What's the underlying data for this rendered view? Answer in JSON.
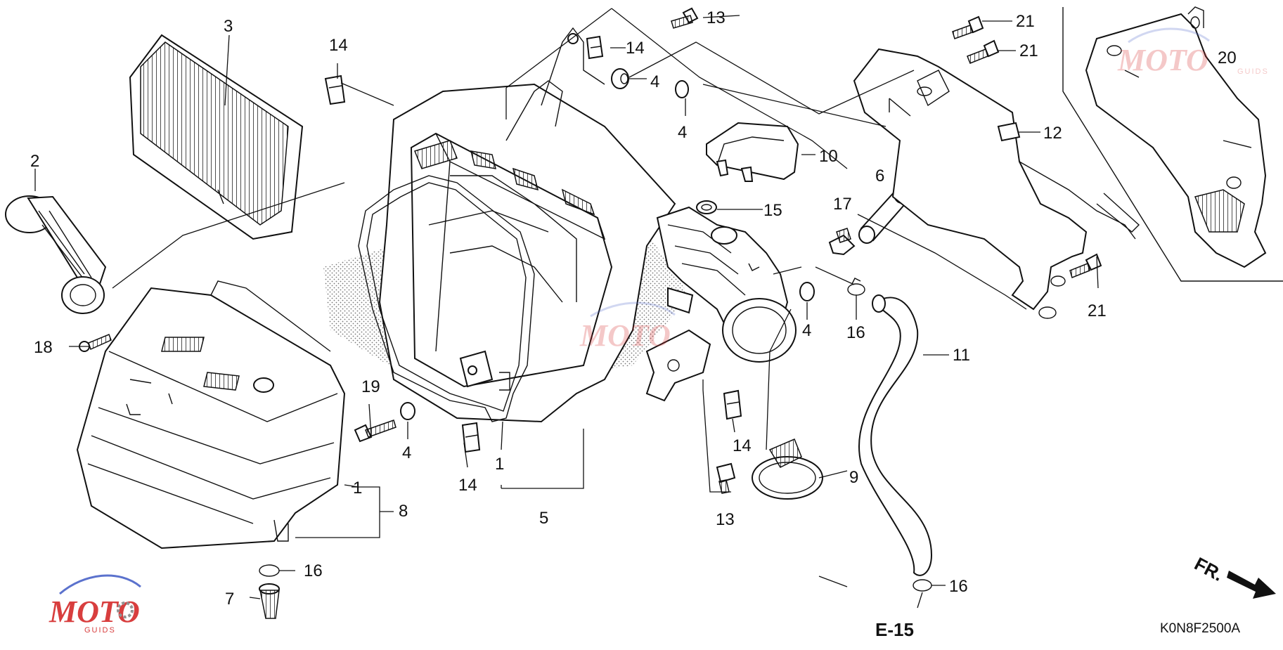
{
  "diagram": {
    "code": "K0N8F2500A",
    "reference": "E-15",
    "direction": "FR.",
    "watermark": {
      "brand": "MOTO",
      "sub": "GUIDS"
    },
    "callouts": {
      "c1a": "1",
      "c1b": "1",
      "c2": "2",
      "c3": "3",
      "c4a": "4",
      "c4b": "4",
      "c4c": "4",
      "c4d": "4",
      "c5": "5",
      "c6": "6",
      "c7": "7",
      "c8": "8",
      "c9": "9",
      "c10": "10",
      "c11": "11",
      "c12": "12",
      "c13a": "13",
      "c13b": "13",
      "c14a": "14",
      "c14b": "14",
      "c14c": "14",
      "c14d": "14",
      "c15": "15",
      "c16a": "16",
      "c16b": "16",
      "c16c": "16",
      "c17": "17",
      "c18": "18",
      "c19": "19",
      "c20": "20",
      "c21a": "21",
      "c21b": "21",
      "c21c": "21"
    }
  }
}
